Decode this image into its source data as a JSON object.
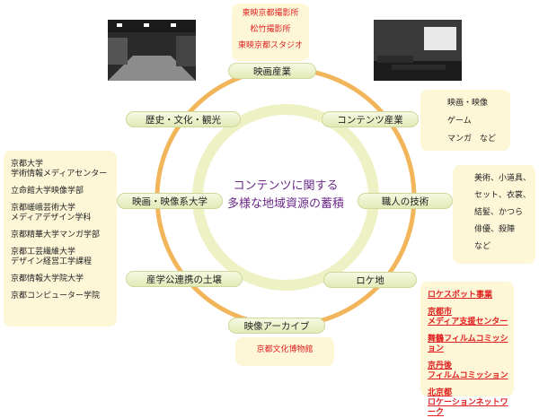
{
  "center": {
    "line1": "コンテンツに関する",
    "line2": "多様な地域資源の蓄積"
  },
  "nodes": {
    "film_industry": "映画産業",
    "contents_industry": "コンテンツ産業",
    "craftsman_skills": "職人の技術",
    "location": "ロケ地",
    "video_archive": "映像アーカイブ",
    "industry_academia": "産学公連携の土壌",
    "film_universities": "映画・映像系大学",
    "history_culture": "歴史・文化・観光"
  },
  "studios": [
    "東映京都撮影所",
    "松竹撮影所",
    "東映京都スタジオ"
  ],
  "contents_items": [
    "映画・映像",
    "ゲーム",
    "マンガ　など"
  ],
  "craft_items": [
    "美術、小道具、",
    "セット、衣裳、",
    "結髪、かつら",
    "俳優、殺陣",
    "など"
  ],
  "universities": [
    "京都大学\n学術情報メディアセンター",
    "立命館大学映像学部",
    "京都嵯峨芸術大学\nメディアデザイン学科",
    "京都精華大学マンガ学部",
    "京都工芸繊維大学\nデザイン経営工学課程",
    "京都情報大学院大学",
    "京都コンピューター学院"
  ],
  "location_items": [
    "ロケスポット事業",
    "京都市\nメディア支援センター",
    "舞鶴フィルムコミッション",
    "京丹後\nフィルムコミッション",
    "北京都\nロケーションネットワーク"
  ],
  "archive_items": [
    "京都文化博物館"
  ],
  "colors": {
    "ring": "#f2b55a",
    "inner_ring": "#eef1c4",
    "accent_text": "#e02020",
    "center_text": "#6a2a8a"
  }
}
